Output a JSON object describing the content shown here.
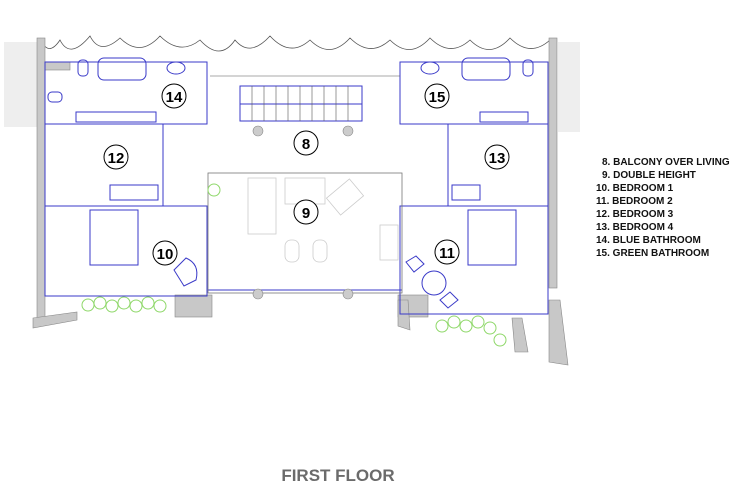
{
  "plan": {
    "title": "FIRST FLOOR",
    "rooms": [
      {
        "number": "8",
        "name": "BALCONY OVER LIVING"
      },
      {
        "number": "9",
        "name": "DOUBLE HEIGHT"
      },
      {
        "number": "10",
        "name": "BEDROOM 1"
      },
      {
        "number": "11",
        "name": "BEDROOM 2"
      },
      {
        "number": "12",
        "name": "BEDROOM 3"
      },
      {
        "number": "13",
        "name": "BEDROOM 4"
      },
      {
        "number": "14",
        "name": "BLUE BATHROOM"
      },
      {
        "number": "15",
        "name": "GREEN BATHROOM"
      }
    ],
    "legend": [
      "8. BALCONY OVER LIVING",
      "9. DOUBLE HEIGHT",
      "10. BEDROOM 1",
      "11. BEDROOM 2",
      "12. BEDROOM 3",
      "13. BEDROOM 4",
      "14. BLUE BATHROOM",
      "15. GREEN BATHROOM"
    ],
    "colors": {
      "wall": "#c8c8c8",
      "fixture": "#3a3ac8",
      "plant": "#8fd86a",
      "title": "#6b6b6b"
    }
  }
}
